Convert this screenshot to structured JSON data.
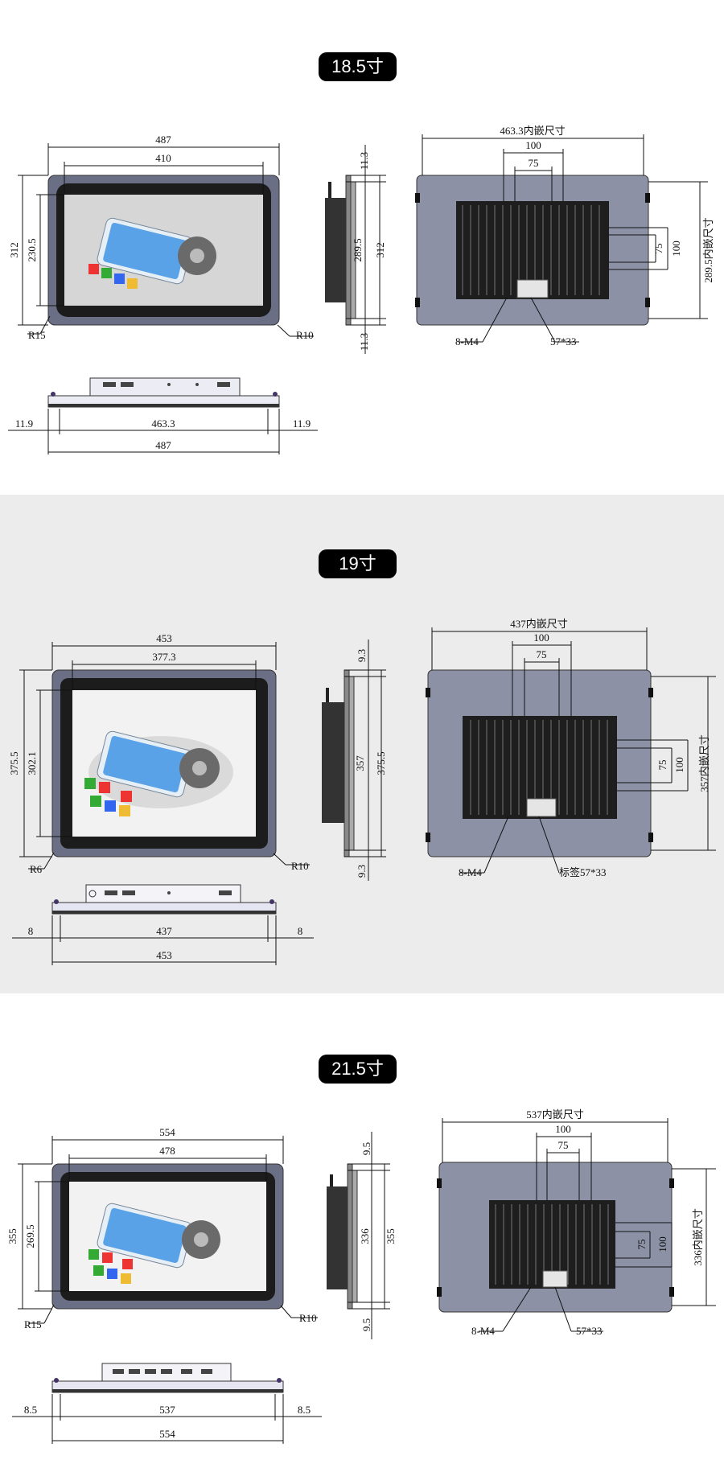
{
  "sections": [
    {
      "title": "18.5寸",
      "front": {
        "width": "487",
        "view_width": "410",
        "height": "312",
        "view_height": "230.5",
        "corner_outer": "R15",
        "corner_inner": "R10"
      },
      "side": {
        "top": "11.3",
        "inner": "289.5",
        "outer": "312",
        "bottom": "11.3"
      },
      "back": {
        "cutout": "463.3内嵌尺寸",
        "h1": "100",
        "h2": "75",
        "v1": "75",
        "v2": "100",
        "v3": "289.5内嵌尺寸",
        "screws": "8-M4",
        "label": "57*33"
      },
      "bottom": {
        "left": "11.9",
        "middle": "463.3",
        "right": "11.9",
        "total": "487"
      }
    },
    {
      "title": "19寸",
      "front": {
        "width": "453",
        "view_width": "377.3",
        "height": "375.5",
        "view_height": "302.1",
        "corner_outer": "R6",
        "corner_inner": "R10"
      },
      "side": {
        "top": "9.3",
        "inner": "357",
        "outer": "375.5",
        "bottom": "9.3"
      },
      "back": {
        "cutout": "437内嵌尺寸",
        "h1": "100",
        "h2": "75",
        "v1": "75",
        "v2": "100",
        "v3": "357内嵌尺寸",
        "screws": "8-M4",
        "label": "标签57*33"
      },
      "bottom": {
        "left": "8",
        "middle": "437",
        "right": "8",
        "total": "453"
      }
    },
    {
      "title": "21.5寸",
      "front": {
        "width": "554",
        "view_width": "478",
        "height": "355",
        "view_height": "269.5",
        "corner_outer": "R15",
        "corner_inner": "R10"
      },
      "side": {
        "top": "9.5",
        "inner": "336",
        "outer": "355",
        "bottom": "9.5"
      },
      "back": {
        "cutout": "537内嵌尺寸",
        "h1": "100",
        "h2": "75",
        "v1": "75",
        "v2": "100",
        "v3": "336内嵌尺寸",
        "screws": "8-M4",
        "label": "57*33"
      },
      "bottom": {
        "left": "8.5",
        "middle": "537",
        "right": "8.5",
        "total": "554"
      }
    }
  ],
  "colors": {
    "bezel": "#6b6f86",
    "back_panel": "#8d91a6",
    "pill": "#000000",
    "section2_bg": "#ececec"
  }
}
